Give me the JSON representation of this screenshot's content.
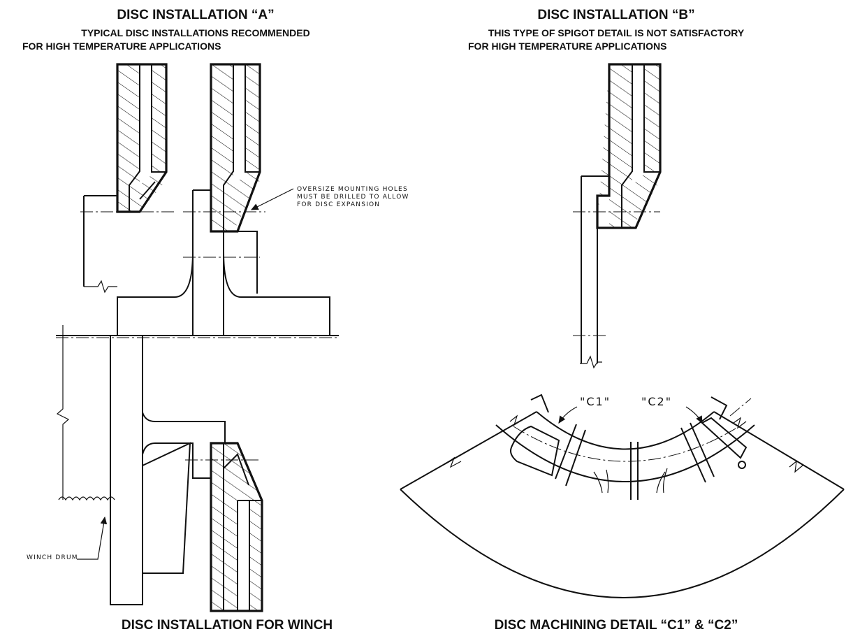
{
  "section_a": {
    "title": "DISC INSTALLATION “A”",
    "subtitle_line1": "TYPICAL DISC INSTALLATIONS RECOMMENDED",
    "subtitle_line2": "FOR HIGH TEMPERATURE APPLICATIONS",
    "note_line1": "OVERSIZE MOUNTING HOLES",
    "note_line2": "MUST BE DRILLED TO ALLOW",
    "note_line3": "FOR DISC EXPANSION"
  },
  "section_b": {
    "title": "DISC INSTALLATION “B”",
    "subtitle_line1": "THIS TYPE OF SPIGOT DETAIL IS NOT SATISFACTORY",
    "subtitle_line2": "FOR HIGH TEMPERATURE APPLICATIONS"
  },
  "section_winch": {
    "title": "DISC INSTALLATION FOR WINCH",
    "drum_label": "WINCH DRUM"
  },
  "section_machining": {
    "title": "DISC MACHINING DETAIL “C1” & “C2”",
    "label_c1": "\"C1\"",
    "label_c2": "\"C2\""
  }
}
